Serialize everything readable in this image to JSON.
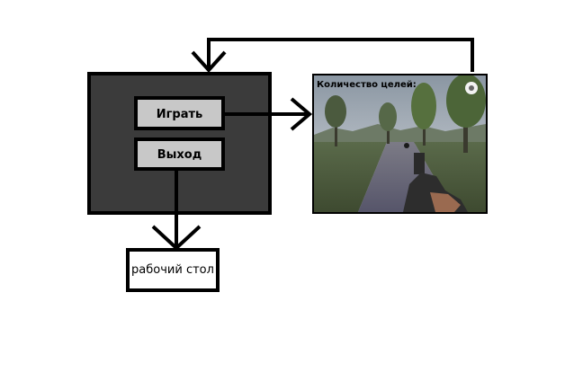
{
  "menu": {
    "play_label": "Играть",
    "exit_label": "Выход",
    "background_color": "#3b3b3b",
    "button_color": "#c8c8c8"
  },
  "game_screen": {
    "targets_label": "Количество целей:",
    "scene": "first-person shooter view of a road with trees, hand holding a pistol"
  },
  "desktop": {
    "label": "рабочий стол"
  },
  "connections": [
    {
      "from": "play-button",
      "to": "game-screen"
    },
    {
      "from": "game-screen",
      "to": "main-menu"
    },
    {
      "from": "exit-button",
      "to": "desktop"
    }
  ]
}
